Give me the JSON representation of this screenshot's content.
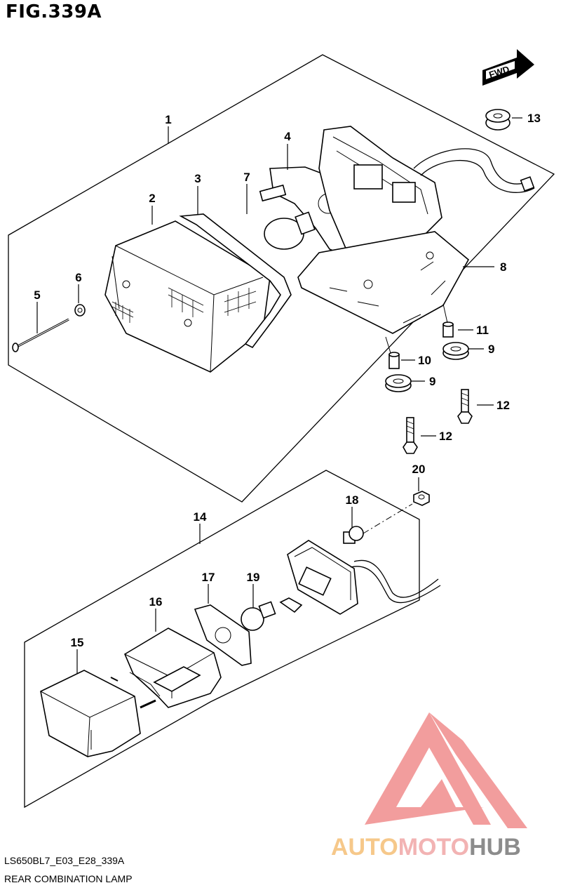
{
  "figure": {
    "title": "FIG.339A",
    "code": "LS650BL7_E03_E28_339A",
    "caption": "REAR COMBINATION LAMP",
    "direction_badge": "FWD"
  },
  "callouts": [
    "1",
    "2",
    "3",
    "4",
    "5",
    "6",
    "7",
    "8",
    "9",
    "9",
    "10",
    "11",
    "12",
    "12",
    "13",
    "14",
    "15",
    "16",
    "17",
    "18",
    "19",
    "20"
  ],
  "watermark": {
    "brand": "AUTOMOTOHUB",
    "segment_a": "AUTO",
    "segment_b": "MOTO",
    "segment_c": "HUB",
    "colors": {
      "auto": "#f6c88a",
      "moto": "#f2b3b3",
      "hub": "#8c8c8c",
      "logo": "#f08c8c"
    }
  }
}
